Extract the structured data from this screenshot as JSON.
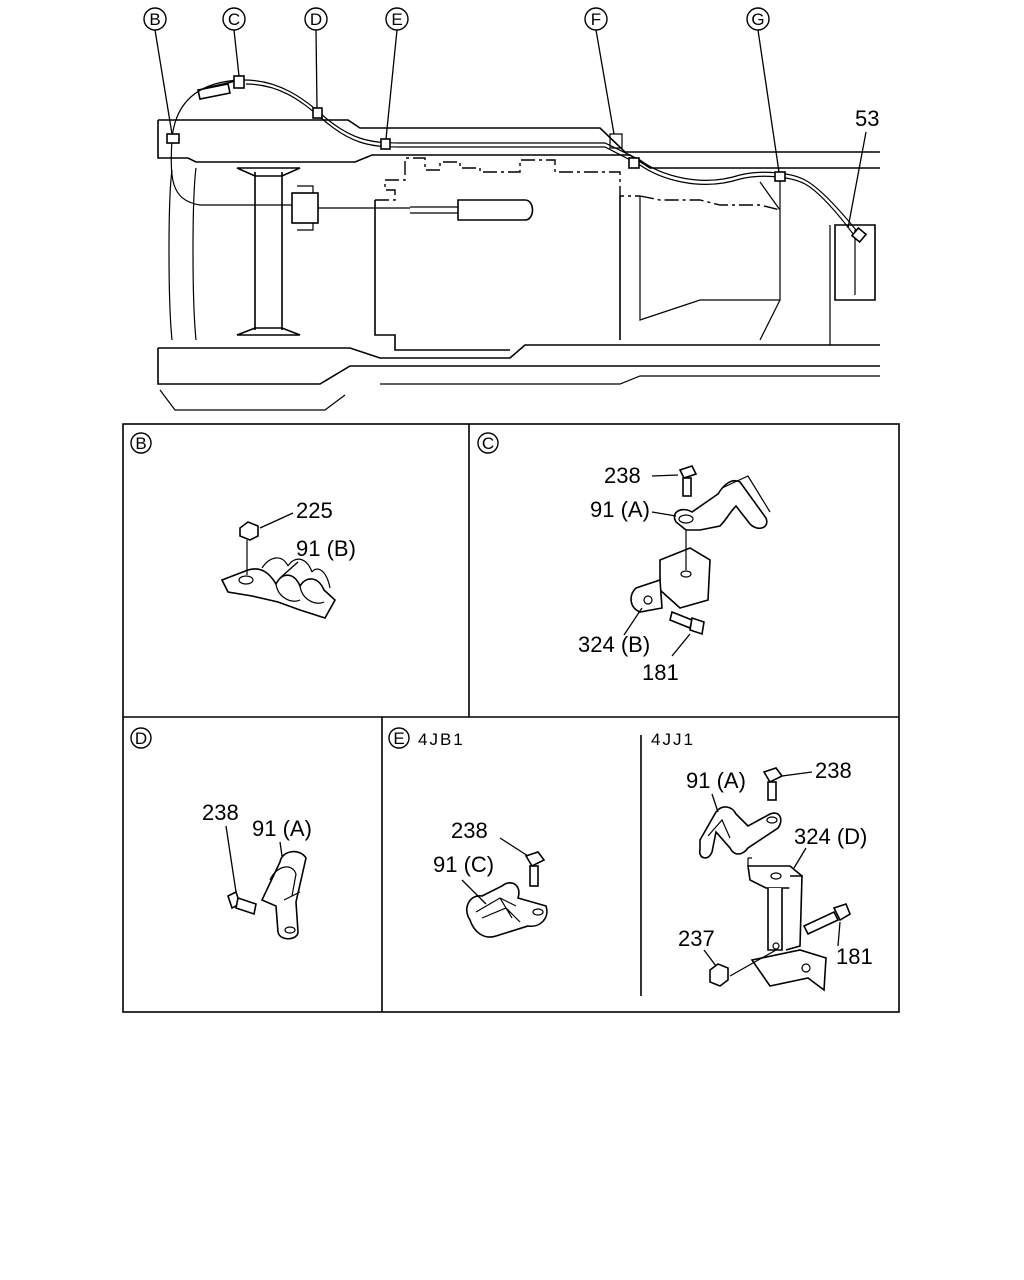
{
  "overview": {
    "callouts": [
      "B",
      "C",
      "D",
      "E",
      "F",
      "G"
    ],
    "part_53": "53"
  },
  "panels": {
    "B": {
      "letter": "B",
      "p225": "225",
      "p91": "91 (B)"
    },
    "C": {
      "letter": "C",
      "p238": "238",
      "p91": "91 (A)",
      "p324": "324 (B)",
      "p181": "181"
    },
    "D": {
      "letter": "D",
      "p238": "238",
      "p91": "91 (A)"
    },
    "E": {
      "letter": "E",
      "variant_a": "4JB1",
      "variant_b": "4JJ1",
      "a_p238": "238",
      "a_p91": "91 (C)",
      "b_p91": "91 (A)",
      "b_p238": "238",
      "b_p324": "324 (D)",
      "b_p237": "237",
      "b_p181": "181"
    }
  }
}
